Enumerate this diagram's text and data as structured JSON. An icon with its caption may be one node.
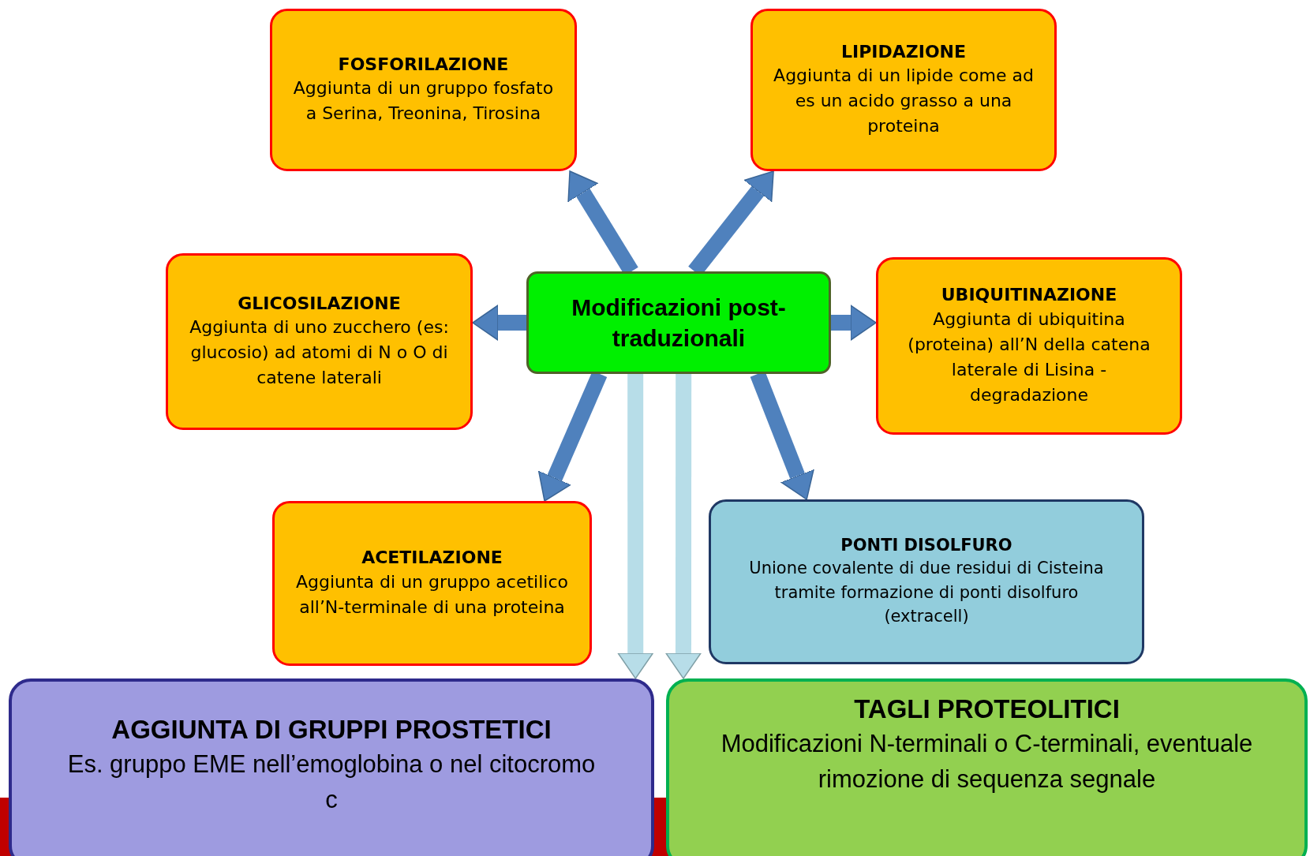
{
  "diagram": {
    "nodes": [
      {
        "text": [
          "Modificazioni post-traduzionali"
        ]
      },
      {
        "text": [
          "FOSFORILAZIONE",
          "Aggiunta di un gruppo fosfato a Serina, Treonina, Tirosina"
        ]
      },
      {
        "text": [
          "LIPIDAZIONE",
          "Aggiunta di un lipide come ad es un acido grasso a una proteina"
        ]
      },
      {
        "text": [
          "GLICOSILAZIONE",
          "Aggiunta di uno zucchero (es: glucosio) ad atomi di N o O di catene laterali"
        ]
      },
      {
        "text": [
          "UBIQUITINAZIONE",
          "Aggiunta di ubiquitina (proteina) all’N della catena laterale di Lisina - degradazione"
        ]
      },
      {
        "text": [
          "ACETILAZIONE",
          "Aggiunta di un gruppo acetilico all’N-terminale di una proteina"
        ]
      },
      {
        "text": [
          "PONTI DISOLFURO",
          "Unione covalente di due residui di Cisteina tramite formazione di ponti disolfuro (extracell)"
        ]
      },
      {
        "text": [
          "AGGIUNTA DI GRUPPI PROSTETICI",
          "Es. gruppo EME nell’emoglobina o nel citocromo c"
        ]
      },
      {
        "text": [
          "TAGLI PROTEOLITICI",
          "Modificazioni N-terminali o C-terminali, eventuale rimozione di sequenza segnale"
        ]
      }
    ],
    "edges": [
      {
        "from": 0,
        "to": 1,
        "arrow": "to"
      },
      {
        "from": 0,
        "to": 2,
        "arrow": "to"
      },
      {
        "from": 0,
        "to": 3,
        "arrow": "to"
      },
      {
        "from": 0,
        "to": 4,
        "arrow": "to"
      },
      {
        "from": 0,
        "to": 5,
        "arrow": "to"
      },
      {
        "from": 0,
        "to": 6,
        "arrow": "to"
      },
      {
        "from": 0,
        "to": 7,
        "arrow": "to",
        "color": "#b7dde8"
      },
      {
        "from": 0,
        "to": 8,
        "arrow": "to",
        "color": "#b7dde8"
      }
    ]
  }
}
